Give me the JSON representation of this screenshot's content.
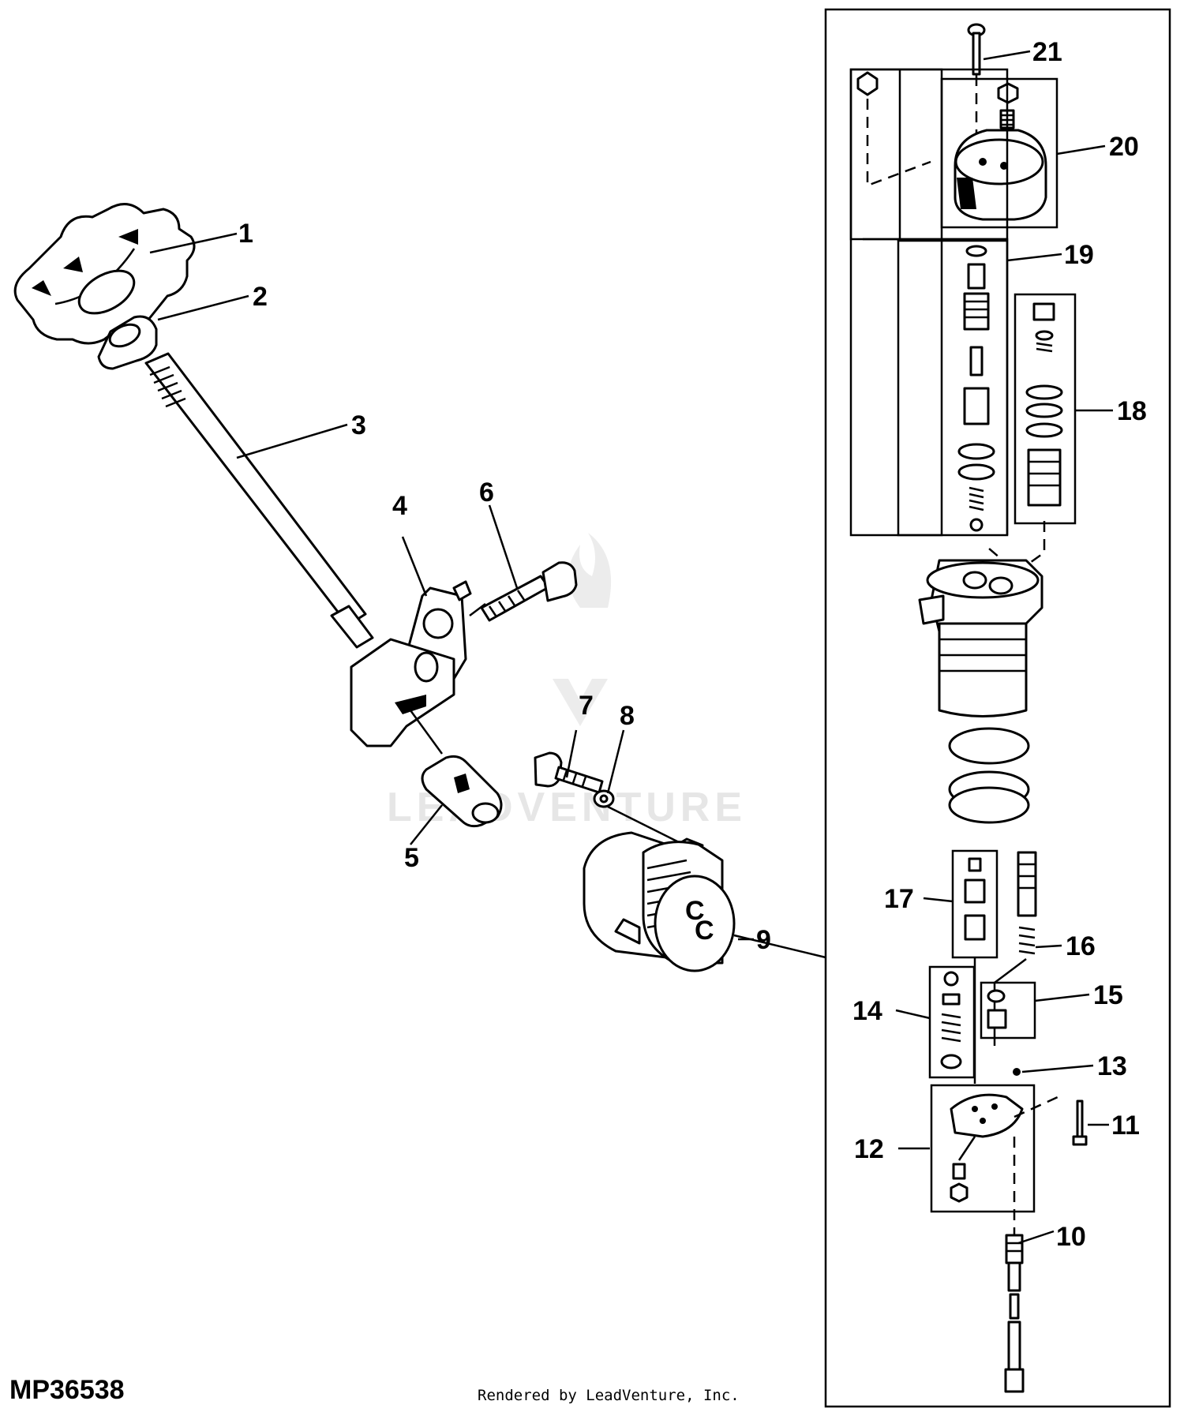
{
  "diagram": {
    "code": "MP36538",
    "credit": "Rendered by LeadVenture, Inc.",
    "watermark": "LEADVENTURE",
    "callouts": [
      "1",
      "2",
      "3",
      "4",
      "5",
      "6",
      "7",
      "8",
      "9",
      "10",
      "11",
      "12",
      "13",
      "14",
      "15",
      "16",
      "17",
      "18",
      "19",
      "20",
      "21"
    ]
  }
}
